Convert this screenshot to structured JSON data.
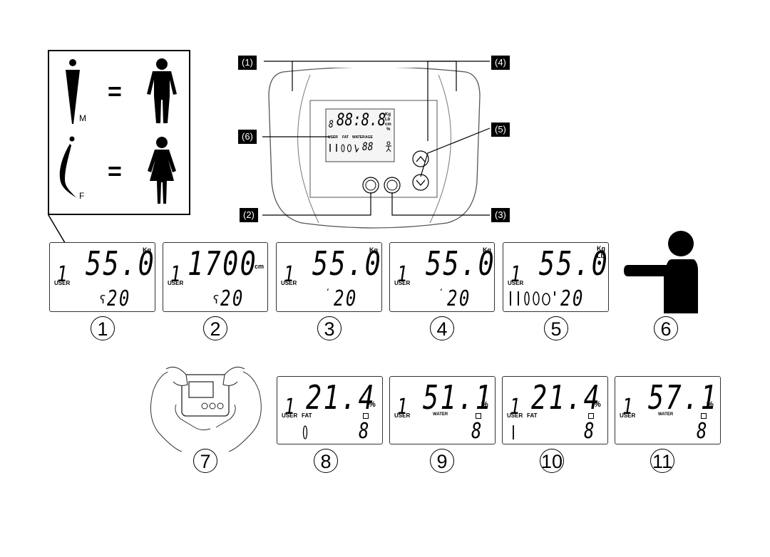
{
  "legend": {
    "equals_male": "=",
    "equals_female": "=",
    "male_letter": "M",
    "female_letter": "F"
  },
  "device": {
    "callouts": [
      "(1)",
      "(2)",
      "(3)",
      "(4)",
      "(5)",
      "(6)"
    ],
    "lcd_units_weight": "Kg",
    "lcd_units_lb": "Lb",
    "lcd_units_cm": "cm",
    "lcd_units_pct": "%",
    "lcd_user": "USER",
    "lcd_fat": "FAT",
    "lcd_water": "WATER",
    "lcd_age": "AGE",
    "lcd_main_digits": "88:8.8",
    "lcd_user_digit": "8",
    "lcd_age_digits": "88"
  },
  "panels": [
    {
      "step": "1",
      "user_no": "1",
      "main": "55.0",
      "unit": "Kg",
      "unit2": "",
      "user_label": "USER",
      "extra_label": "",
      "extra_label2": "",
      "bottom": "20"
    },
    {
      "step": "2",
      "user_no": "1",
      "main": "1700",
      "unit": "cm",
      "unit2": "",
      "user_label": "USER",
      "extra_label": "",
      "extra_label2": "",
      "bottom": "20"
    },
    {
      "step": "3",
      "user_no": "1",
      "main": "55.0",
      "unit": "Kg",
      "unit2": "",
      "user_label": "USER",
      "extra_label": "",
      "extra_label2": "",
      "bottom": "20"
    },
    {
      "step": "4",
      "user_no": "1",
      "main": "55.0",
      "unit": "Kg",
      "unit2": "",
      "user_label": "USER",
      "extra_label": "",
      "extra_label2": "",
      "bottom": "20"
    },
    {
      "step": "5",
      "user_no": "1",
      "main": "55.0",
      "unit": "Kg",
      "unit2": "Lb",
      "user_label": "USER",
      "extra_label": "",
      "extra_label2": "",
      "bottom": "20"
    },
    {
      "step": "8",
      "user_no": "1",
      "main": "21.4",
      "unit": "%",
      "unit2": "",
      "user_label": "USER",
      "extra_label": "FAT",
      "extra_label2": "",
      "bottom": "8"
    },
    {
      "step": "9",
      "user_no": "1",
      "main": "51.1",
      "unit": "%",
      "unit2": "",
      "user_label": "USER",
      "extra_label": "",
      "extra_label2": "WATER",
      "bottom": "8"
    },
    {
      "step": "10",
      "user_no": "1",
      "main": "21.4",
      "unit": "%",
      "unit2": "",
      "user_label": "USER",
      "extra_label": "FAT",
      "extra_label2": "",
      "bottom": "8"
    },
    {
      "step": "11",
      "user_no": "1",
      "main": "57.1",
      "unit": "%",
      "unit2": "",
      "user_label": "USER",
      "extra_label": "",
      "extra_label2": "WATER",
      "bottom": "8"
    }
  ],
  "step6_label": "6",
  "step7_label": "7"
}
